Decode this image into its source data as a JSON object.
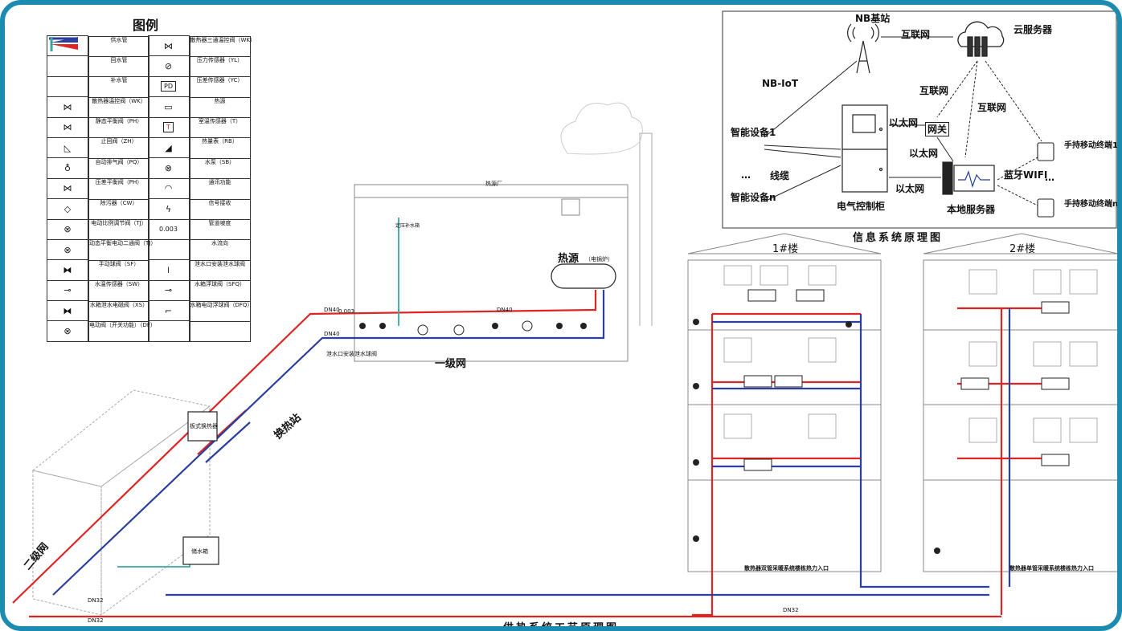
{
  "colors": {
    "supply": "#e02424",
    "return": "#2a3fa0",
    "makeup": "#3aa6a6",
    "frame": "#1c8bb0",
    "accent": "#2b46a8"
  },
  "legend": {
    "title": "图例",
    "rows": [
      {
        "l": {
          "icon": "supply-line",
          "label": "供水管"
        },
        "r": {
          "icon": "three-way-valve",
          "label": "散热器三通温控阀（WK）"
        }
      },
      {
        "l": {
          "icon": "return-line",
          "label": "回水管"
        },
        "r": {
          "icon": "pressure-sensor",
          "label": "压力传感器（YL）"
        }
      },
      {
        "l": {
          "icon": "makeup-line",
          "label": "补水管"
        },
        "r": {
          "icon": "pd-box",
          "glyph": "PD",
          "label": "压差传感器（YC）"
        }
      },
      {
        "l": {
          "icon": "thermo-valve",
          "label": "散热器温控阀（WK）"
        },
        "r": {
          "icon": "heat-source",
          "label": "热源"
        }
      },
      {
        "l": {
          "icon": "balance-valve",
          "label": "静态平衡阀（PH）"
        },
        "r": {
          "icon": "temp-box",
          "glyph": "T",
          "label": "室温传感器（T）"
        }
      },
      {
        "l": {
          "icon": "check-valve",
          "label": "止回阀（ZH）"
        },
        "r": {
          "icon": "heat-meter",
          "label": "热量表（RB）"
        }
      },
      {
        "l": {
          "icon": "air-vent",
          "label": "自动排气阀（PQ）"
        },
        "r": {
          "icon": "pump",
          "label": "水泵（SB）"
        }
      },
      {
        "l": {
          "icon": "dp-valve",
          "label": "压差平衡阀（PH）"
        },
        "r": {
          "icon": "wifi",
          "label": "通讯功能"
        }
      },
      {
        "l": {
          "icon": "strainer",
          "label": "除污器（CW）"
        },
        "r": {
          "icon": "signal",
          "label": "信号接收"
        }
      },
      {
        "l": {
          "icon": "motor-valve",
          "label": "电动比例调节阀（TJ）"
        },
        "r": {
          "icon": "slope",
          "glyph": "0.003",
          "label": "管道坡度"
        }
      },
      {
        "l": {
          "icon": "dyn-valve",
          "label": "动态平衡电动二通阀（TJ）"
        },
        "r": {
          "icon": "flow-arrows",
          "label": "水流向"
        }
      },
      {
        "l": {
          "icon": "ball-valve",
          "label": "手动球阀（SF）"
        },
        "r": {
          "icon": "drain-ball",
          "label": "泄水口安装泄水球阀"
        }
      },
      {
        "l": {
          "icon": "temp-sensor",
          "label": "水温传感器（SW）"
        },
        "r": {
          "icon": "float-valve",
          "label": "水箱浮球阀（SFQ）"
        }
      },
      {
        "l": {
          "icon": "solenoid-valve",
          "label": "水箱泄水电磁阀（XS）"
        },
        "r": {
          "icon": "motor-float",
          "label": "水箱电动浮球阀（DFQ）"
        }
      },
      {
        "l": {
          "icon": "electric-valve",
          "label": "电动阀（开关功能）（DF）"
        },
        "r": null
      }
    ]
  },
  "info": {
    "nb_station": "NB基站",
    "cloud": "云服务器",
    "internet": "互联网",
    "nbiot": "NB-IoT",
    "device1": "智能设备1",
    "device_n": "智能设备n",
    "ellipsis": "…",
    "cable": "线缆",
    "cabinet": "电气控制柜",
    "ethernet": "以太网",
    "gateway": "网关",
    "local_server": "本地服务器",
    "bt_wifi": "蓝牙WIFI",
    "handheld1": "手持移动终端1",
    "handheld_n": "手持移动终端n",
    "caption": "信息系统原理图"
  },
  "plant": {
    "heat_plant": "热源厂",
    "heat_source": "热源",
    "boiler": "（电锅炉）",
    "primary_net": "一级网",
    "secondary_net": "二级网",
    "station": "换热站",
    "plate_hx": "板式换热器",
    "tank": "储水箱",
    "dn40": "DN40",
    "dn32": "DN32",
    "slope": "0.003",
    "drain": "泄水口安装泄水球阀",
    "makeup_tank": "定压补水箱"
  },
  "buildings": {
    "b1": "1#楼",
    "b2": "2#楼",
    "b1_entry": "散热器双管采暖系统楼栋热力入口",
    "b2_entry": "散热器单管采暖系统楼栋热力入口"
  },
  "caption": "供热系统工艺原理图"
}
